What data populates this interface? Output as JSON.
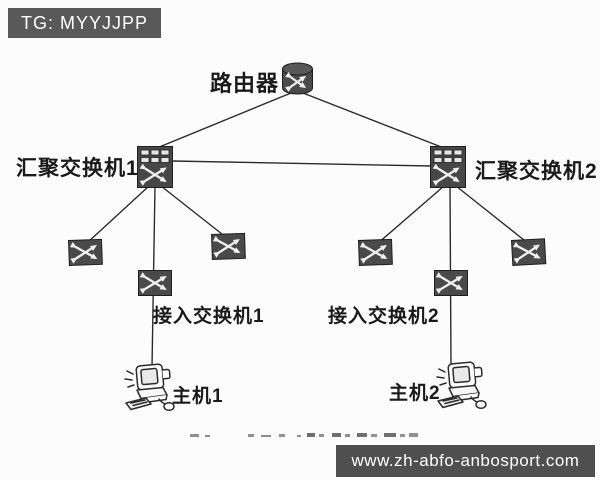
{
  "page": {
    "background": "#fcfcfc"
  },
  "overlays": {
    "telegram_badge": "TG: MYYJJPP",
    "website_watermark": "www.zh-abfo-anbosport.com"
  },
  "diagram": {
    "type": "network-topology",
    "nodes": {
      "router": {
        "label": "路由器",
        "icon": "router-cylinder-icon"
      },
      "agg1": {
        "label": "汇聚交换机1",
        "icon": "multilayer-switch-icon"
      },
      "agg2": {
        "label": "汇聚交换机2",
        "icon": "multilayer-switch-icon"
      },
      "edge1": {
        "label": "",
        "icon": "workgroup-switch-icon"
      },
      "edge2": {
        "label": "",
        "icon": "workgroup-switch-icon"
      },
      "edge3": {
        "label": "",
        "icon": "workgroup-switch-icon"
      },
      "edge4": {
        "label": "",
        "icon": "workgroup-switch-icon"
      },
      "access1": {
        "label": "接入交换机1",
        "icon": "workgroup-switch-icon"
      },
      "access2": {
        "label": "接入交换机2",
        "icon": "workgroup-switch-icon"
      },
      "host1": {
        "label": "主机1",
        "icon": "desktop-computer-icon"
      },
      "host2": {
        "label": "主机2",
        "icon": "desktop-computer-icon"
      }
    },
    "edges": [
      {
        "from": "router",
        "to": "agg1"
      },
      {
        "from": "router",
        "to": "agg2"
      },
      {
        "from": "agg1",
        "to": "agg2"
      },
      {
        "from": "agg1",
        "to": "edge1"
      },
      {
        "from": "agg1",
        "to": "access1"
      },
      {
        "from": "agg1",
        "to": "edge2"
      },
      {
        "from": "agg2",
        "to": "edge3"
      },
      {
        "from": "agg2",
        "to": "access2"
      },
      {
        "from": "agg2",
        "to": "edge4"
      },
      {
        "from": "access1",
        "to": "host1"
      },
      {
        "from": "access2",
        "to": "host2"
      }
    ]
  },
  "colors": {
    "badge_bg": "#595959",
    "watermark_bg": "#4f4f4f",
    "watermark_text": "#ffffff",
    "line": "#2b2b2b",
    "icon_fill": "#4a4a4a",
    "icon_arrows": "#f0f0f0",
    "label_text": "#1a1a1a"
  }
}
